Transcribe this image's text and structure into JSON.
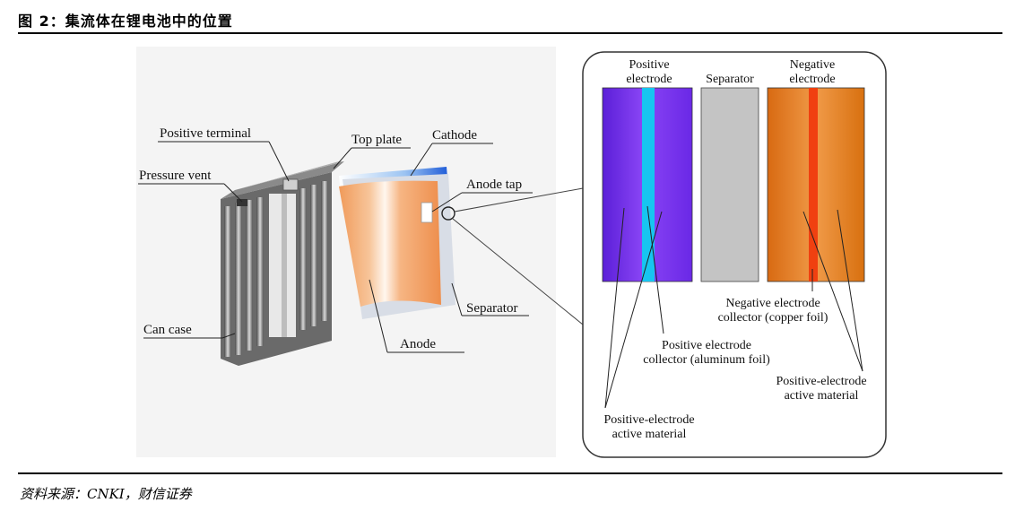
{
  "figure": {
    "title": "图 2：集流体在锂电池中的位置",
    "source": "资料来源：CNKI，财信证券"
  },
  "left_labels": {
    "positive_terminal": "Positive terminal",
    "top_plate": "Top plate",
    "cathode": "Cathode",
    "pressure_vent": "Pressure vent",
    "anode_tap": "Anode tap",
    "separator": "Separator",
    "can_case": "Can case",
    "anode": "Anode"
  },
  "right_panel": {
    "positive_electrode_line1": "Positive",
    "positive_electrode_line2": "electrode",
    "separator": "Separator",
    "negative_electrode_line1": "Negative",
    "negative_electrode_line2": "electrode",
    "neg_collector_line1": "Negative electrode",
    "neg_collector_line2": "collector (copper foil)",
    "pos_collector_line1": "Positive electrode",
    "pos_collector_line2": "collector (aluminum foil)",
    "pos_active_right_line1": "Positive-electrode",
    "pos_active_right_line2": "active material",
    "pos_active_left_line1": "Positive-electrode",
    "pos_active_left_line2": "active material"
  },
  "colors": {
    "positive_electrode": "#7b2cf0",
    "aluminum_foil": "#17c5f0",
    "separator": "#c4c4c4",
    "negative_electrode": "#e07a1e",
    "copper_foil": "#f04010"
  }
}
